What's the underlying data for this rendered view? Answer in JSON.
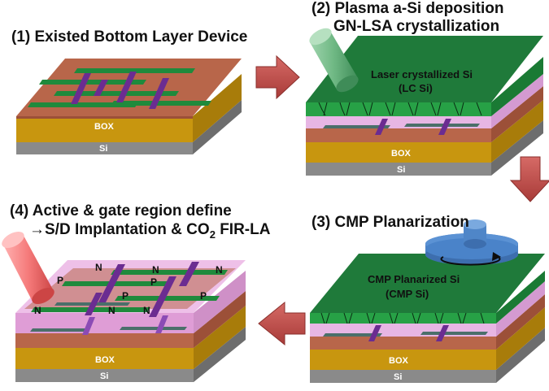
{
  "steps": {
    "step1": {
      "title": "(1) Existed Bottom Layer Device"
    },
    "step2": {
      "title_line1": "(2) Plasma a-Si deposition",
      "title_line2": "GN-LSA crystallization",
      "layer_label_line1": "Laser crystallized Si",
      "layer_label_line2": "(LC Si)"
    },
    "step3": {
      "title": "(3) CMP Planarization",
      "layer_label_line1": "CMP Planarized Si",
      "layer_label_line2": "(CMP Si)"
    },
    "step4": {
      "title_line1": "(4) Active & gate region define",
      "title_line2_pre": "→S/D Implantation & CO",
      "title_line2_sub": "2",
      "title_line2_post": " FIR-LA"
    }
  },
  "layers": {
    "box": "BOX",
    "si": "Si"
  },
  "dopants": {
    "n": "N",
    "p": "P"
  },
  "colors": {
    "si_substrate": "#8c8c8c",
    "box": "#c99a14",
    "bottom_device": "#b4654a",
    "green_layer": "#1f7a3a",
    "gate": "#6b2c91",
    "arrow": "#c0504d",
    "laser_green": "#7bbf8e",
    "laser_red": "#f07b7b",
    "cmp_tool": "#4f81bd",
    "pink_overlay": "#e7b6e4"
  }
}
